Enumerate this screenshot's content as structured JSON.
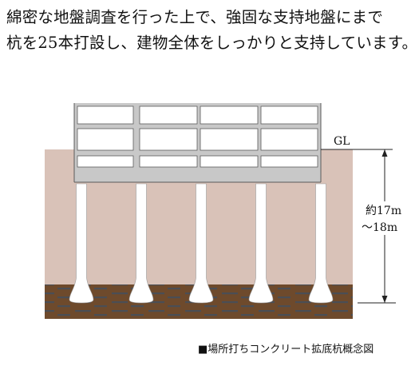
{
  "intro": {
    "line1": "綿密な地盤調査を行った上で、強固な支持地盤にまで",
    "line2": "杭を25本打設し、建物全体をしっかりと支持しています。"
  },
  "diagram": {
    "gl_label": "GL",
    "depth_line1": "約17m",
    "depth_line2": "～18m",
    "pile_count_shown": 5,
    "colors": {
      "soil": "#d9c2b8",
      "bearing_layer": "#6e4a2c",
      "bearing_stripe": "#4a4e55",
      "building": "#ffffff",
      "building_outline": "#5a5a5a",
      "pile": "#ffffff"
    }
  },
  "caption": "■場所打ちコンクリート拡底杭概念図"
}
